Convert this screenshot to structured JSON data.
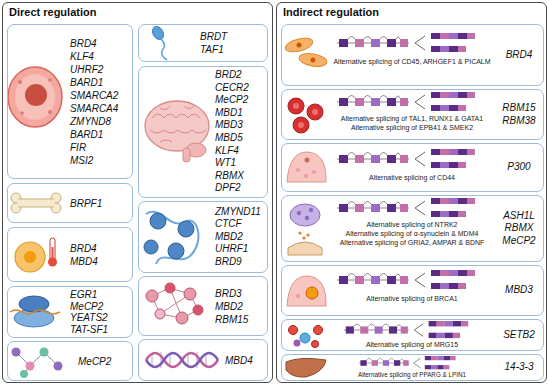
{
  "diagram": {
    "nodes": [
      {
        "text": [
          "Direct regulation"
        ]
      },
      {
        "text": [
          "BRD4",
          "KLF4",
          "UHRF2",
          "BARD1",
          "SMARCA2",
          "SMARCA4",
          "ZMYND8",
          "BARD1",
          "FIR",
          "MSI2"
        ],
        "in": 0
      },
      {
        "text": [
          "BRPF1"
        ],
        "in": 0
      },
      {
        "text": [
          "BRD4",
          "MBD4"
        ],
        "in": 0
      },
      {
        "text": [
          "EGR1",
          "MeCP2",
          "YEATS2",
          "TAT-SF1"
        ],
        "in": 0
      },
      {
        "text": [
          "MeCP2"
        ],
        "in": 0
      },
      {
        "text": [
          "BRDT",
          "TAF1"
        ],
        "in": 0
      },
      {
        "text": [
          "BRD2",
          "CECR2",
          "MeCP2",
          "MBD1",
          "MBD3",
          "MBD5",
          "KLF4",
          "WT1",
          "RBMX",
          "DPF2"
        ],
        "in": 0
      },
      {
        "text": [
          "ZMYND11",
          "CTCF",
          "MBD2",
          "UHRF1",
          "BRD9"
        ],
        "in": 0
      },
      {
        "text": [
          "BRD3",
          "MBD2",
          "RBM15"
        ],
        "in": 0
      },
      {
        "text": [
          "MBD4"
        ],
        "in": 0
      },
      {
        "text": [
          "Indirect regulation"
        ]
      },
      {
        "text": [
          "Alternative splicing of CD45, ARHGEF1 & PICALM",
          "BRD4"
        ],
        "in": 11
      },
      {
        "text": [
          "Alternative splicing of TAL1, RUNX1 & GATA1",
          "Alternative splicing of EPB41 & SMEK2",
          "RBM15",
          "RBM38"
        ],
        "in": 11
      },
      {
        "text": [
          "Alternative splicing of CD44",
          "P300"
        ],
        "in": 11
      },
      {
        "text": [
          "Alternative splicing of NTRK2",
          "Alternative splicing of α-synuclein & MDM4",
          "Alternative splicing of GRIA2, AMPAR & BDNF",
          "ASH1L",
          "RBMX",
          "MeCP2"
        ],
        "in": 11
      },
      {
        "text": [
          "Alternative splicing of BRCA1",
          "MBD3"
        ],
        "in": 11
      },
      {
        "text": [
          "Alternative splicing of MRG15",
          "SETB2"
        ],
        "in": 11
      },
      {
        "text": [
          "Alternative splicing of PPARG & LPIN1",
          "14-3-3"
        ],
        "in": 11
      }
    ]
  }
}
